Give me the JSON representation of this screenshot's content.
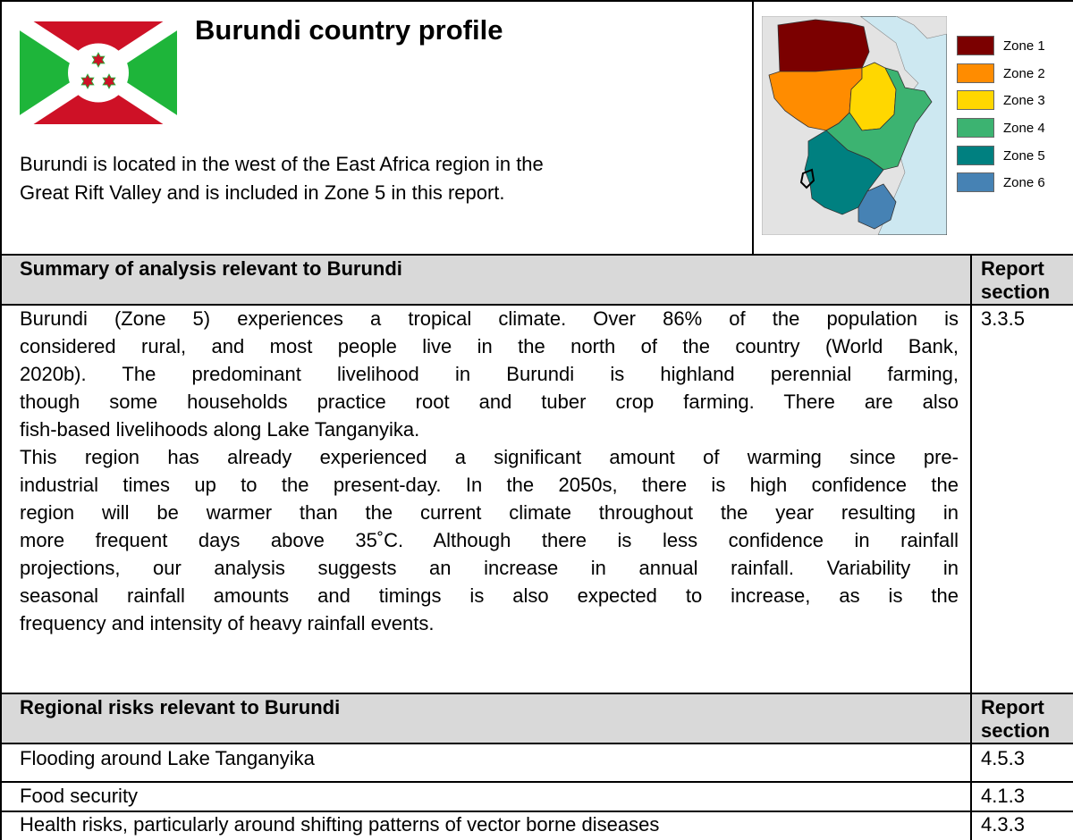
{
  "header": {
    "title": "Burundi country profile",
    "intro_lines": [
      "Burundi is located in the west of the East Africa region in the",
      "Great Rift Valley and is included in Zone 5 in this report."
    ]
  },
  "map": {
    "legend": [
      {
        "label": "Zone 1",
        "color": "#7b0000"
      },
      {
        "label": "Zone 2",
        "color": "#ff8c00"
      },
      {
        "label": "Zone 3",
        "color": "#ffd700"
      },
      {
        "label": "Zone 4",
        "color": "#3cb371"
      },
      {
        "label": "Zone 5",
        "color": "#008080"
      },
      {
        "label": "Zone 6",
        "color": "#4682b4"
      }
    ]
  },
  "summary": {
    "heading": "Summary of analysis relevant to Burundi",
    "section_heading_line1": "Report",
    "section_heading_line2": "section",
    "section_ref": "3.3.5",
    "lines": [
      "Burundi (Zone 5) experiences a tropical climate. Over 86% of the population is",
      "considered rural, and most people live in the north of the country (World Bank,",
      "2020b). The predominant livelihood in Burundi is highland perennial farming,",
      "though some households practice root and tuber crop farming. There are also",
      "fish-based livelihoods along Lake Tanganyika.",
      "This region has already experienced a significant amount of warming since pre-",
      "industrial times up to the present-day. In the 2050s, there is high confidence the",
      "region will be warmer than the current climate throughout the year resulting in",
      "more frequent days above 35˚C. Although there is less confidence in rainfall",
      "projections, our analysis suggests an increase in annual rainfall. Variability in",
      "seasonal rainfall amounts and timings is also expected to increase, as is the",
      "frequency and intensity of heavy rainfall events."
    ]
  },
  "risks": {
    "heading": "Regional risks relevant to Burundi",
    "section_heading_line1": "Report",
    "section_heading_line2": "section",
    "rows": [
      {
        "text": "Flooding around Lake Tanganyika",
        "section": "4.5.3"
      },
      {
        "text": "Food security",
        "section": "4.1.3"
      },
      {
        "text": "Health risks, particularly around shifting patterns of vector borne diseases",
        "section": "4.3.3"
      }
    ]
  },
  "colors": {
    "header_fill": "#d9d9d9",
    "flag_red": "#ce1126",
    "flag_green": "#1eb53a",
    "sea": "#cde8f1",
    "land": "#e3e3e3"
  }
}
